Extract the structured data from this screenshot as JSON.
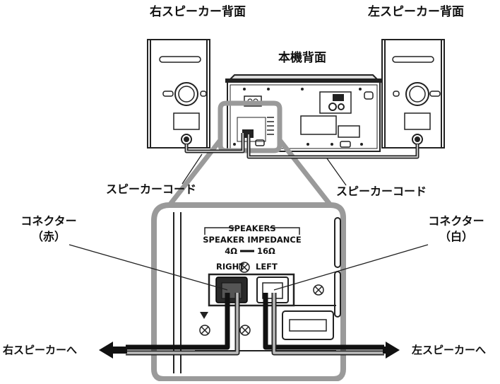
{
  "labels": {
    "right_speaker_back": "右スピーカー背面",
    "left_speaker_back": "左スピーカー背面",
    "unit_back": "本機背面",
    "speaker_cord_left": "スピーカーコード",
    "speaker_cord_right": "スピーカーコード",
    "connector_red_title": "コネクター",
    "connector_red_color": "（赤）",
    "connector_white_title": "コネクター",
    "connector_white_color": "（白）",
    "to_right_speaker": "右スピーカーへ",
    "to_left_speaker": "左スピーカーへ"
  },
  "panel": {
    "speakers_title": "SPEAKERS",
    "impedance_label": "SPEAKER IMPEDANCE",
    "impedance_range_low": "4Ω",
    "impedance_range_high": "16Ω",
    "right_terminal": "RIGHT",
    "left_terminal": "LEFT"
  }
}
